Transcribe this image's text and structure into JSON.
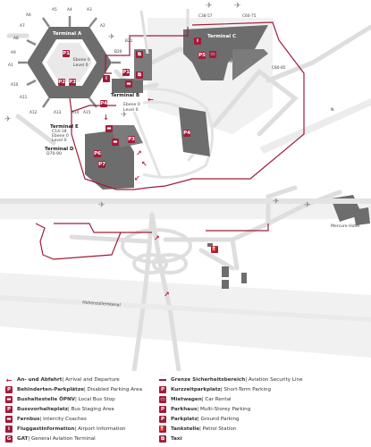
{
  "terminals": {
    "a": {
      "name": "Terminal A",
      "sub1": "Ebene 0",
      "sub2": "Level 0"
    },
    "b": {
      "name": "Terminal B"
    },
    "c": {
      "name": "Terminal C"
    },
    "d": {
      "name": "Terminal D",
      "sub1": "D70-90"
    },
    "e": {
      "name": "Terminal E",
      "sub1": "C14-18",
      "sub2": "Ebene 0",
      "sub3": "Level 0"
    },
    "main_level": {
      "sub1": "Ebene 0",
      "sub2": "Level 0"
    }
  },
  "gates": {
    "a1": "A1",
    "a2": "A2",
    "a3": "A3",
    "a4": "A4",
    "a5": "A5",
    "a6": "A6",
    "a7": "A7",
    "a8": "A8",
    "a9": "A9",
    "a10": "A10",
    "a11": "A11",
    "a12": "A12",
    "a13": "A13",
    "a14": "A14",
    "a15": "A15",
    "b20": "B20",
    "b21": "B21",
    "c38": "C38-57",
    "c60": "C60-75",
    "c80": "C80-85"
  },
  "places": {
    "hotel": "Mercure Hotel",
    "canal": "Hohenzollernkanal",
    "north": "N"
  },
  "icons": {
    "p1": "P1",
    "p2": "P2",
    "p3": "P3",
    "p4": "P4",
    "p5": "P5",
    "p6": "P6",
    "p7": "P7",
    "bus": "▬",
    "info": "i",
    "taxi": "⧉",
    "fuel": "⛽",
    "car": "▭"
  },
  "legend": [
    {
      "icon": "arrow",
      "glyph": "←",
      "bold": "An- und Abfahrt",
      "rest": " | Arrival and Departure"
    },
    {
      "icon": "box",
      "glyph": "P",
      "bold": "Behinderten-Parkplätze",
      "rest": " | Disabled Parking Area"
    },
    {
      "icon": "box",
      "glyph": "▬",
      "bold": "Bushaltestelle ÖPNV",
      "rest": " | Local Bus Stop"
    },
    {
      "icon": "box",
      "glyph": "P",
      "bold": "Bussvorhalteplatz",
      "rest": " | Bus Staging Area"
    },
    {
      "icon": "box",
      "glyph": "▬",
      "bold": "Fernbus",
      "rest": " | Intercity Coaches"
    },
    {
      "icon": "box",
      "glyph": "i",
      "bold": "Fluggastinformation",
      "rest": " | Airport Information"
    },
    {
      "icon": "box",
      "glyph": "G",
      "bold": "GAT",
      "rest": " | General Aviation Terminal"
    },
    {
      "icon": "line",
      "glyph": "",
      "bold": "Grenze Sicherheitsbereich",
      "rest": " | Aviation Security Line"
    },
    {
      "icon": "box",
      "glyph": "P",
      "bold": "Kurzzeitparkplatz",
      "rest": " | Short-Term Parking"
    },
    {
      "icon": "box",
      "glyph": "▭",
      "bold": "Mietwagen",
      "rest": " | Car Rental"
    },
    {
      "icon": "box",
      "glyph": "P",
      "bold": "Parkhaus",
      "rest": " | Multi-Storey Parking"
    },
    {
      "icon": "box",
      "glyph": "P",
      "bold": "Parkplatz",
      "rest": " | Ground Parking"
    },
    {
      "icon": "box",
      "glyph": "⛽",
      "bold": "Tankstelle",
      "rest": " | Petrol Station"
    },
    {
      "icon": "box",
      "glyph": "⧉",
      "bold": "Taxi",
      "rest": ""
    }
  ],
  "colors": {
    "accent": "#a01d3a",
    "terminal": "#6d6d6d",
    "road": "#e6e6e6",
    "apron": "#f1f1f1"
  }
}
